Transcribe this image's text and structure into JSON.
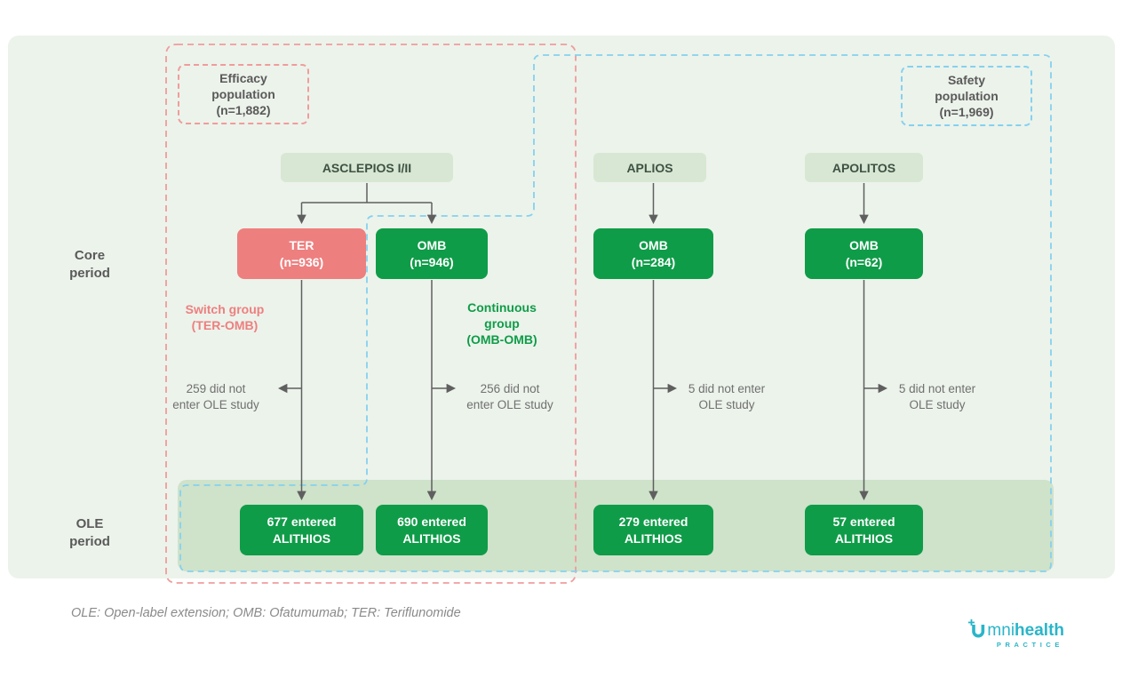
{
  "regions": {
    "efficacy_label": "Efficacy\npopulation\n(n=1,882)",
    "safety_label": "Safety\npopulation\n(n=1,969)"
  },
  "rows": {
    "core": "Core\nperiod",
    "ole": "OLE\nperiod"
  },
  "studies": {
    "asclepios": "ASCLEPIOS I/II",
    "aplios": "APLIOS",
    "apolitos": "APOLITOS"
  },
  "core_boxes": {
    "ter": "TER\n(n=936)",
    "omb_asclepios": "OMB\n(n=946)",
    "omb_aplios": "OMB\n(n=284)",
    "omb_apolitos": "OMB\n(n=62)"
  },
  "groups": {
    "switch": "Switch group\n(TER-OMB)",
    "continuous": "Continuous\ngroup\n(OMB-OMB)"
  },
  "dropouts": {
    "ter": "259 did not\nenter OLE study",
    "omb_asclepios": "256 did not\nenter OLE study",
    "omb_aplios": "5 did not enter\nOLE study",
    "omb_apolitos": "5 did not enter\nOLE study"
  },
  "ole_boxes": {
    "ter": "677 entered\nALITHIOS",
    "omb_asclepios": "690 entered\nALITHIOS",
    "omb_aplios": "279 entered\nALITHIOS",
    "omb_apolitos": "57 entered\nALITHIOS"
  },
  "footnote": "OLE: Open-label extension; OMB: Ofatumumab; TER: Teriflunomide",
  "logo": {
    "name_light": "mni",
    "name_bold": "health",
    "subtitle": "PRACTICE"
  },
  "colors": {
    "panel_bg": "#ecf3eb",
    "ole_band_bg": "#cfe2ca",
    "study_box_bg": "#d8e7d3",
    "green_box": "#0f9c48",
    "pink_box": "#ee7f7f",
    "efficacy_dashed": "#f09c9c",
    "safety_dashed": "#85d1ef",
    "arrow": "#5f5f5f",
    "logo_teal": "#2ab5c9"
  }
}
